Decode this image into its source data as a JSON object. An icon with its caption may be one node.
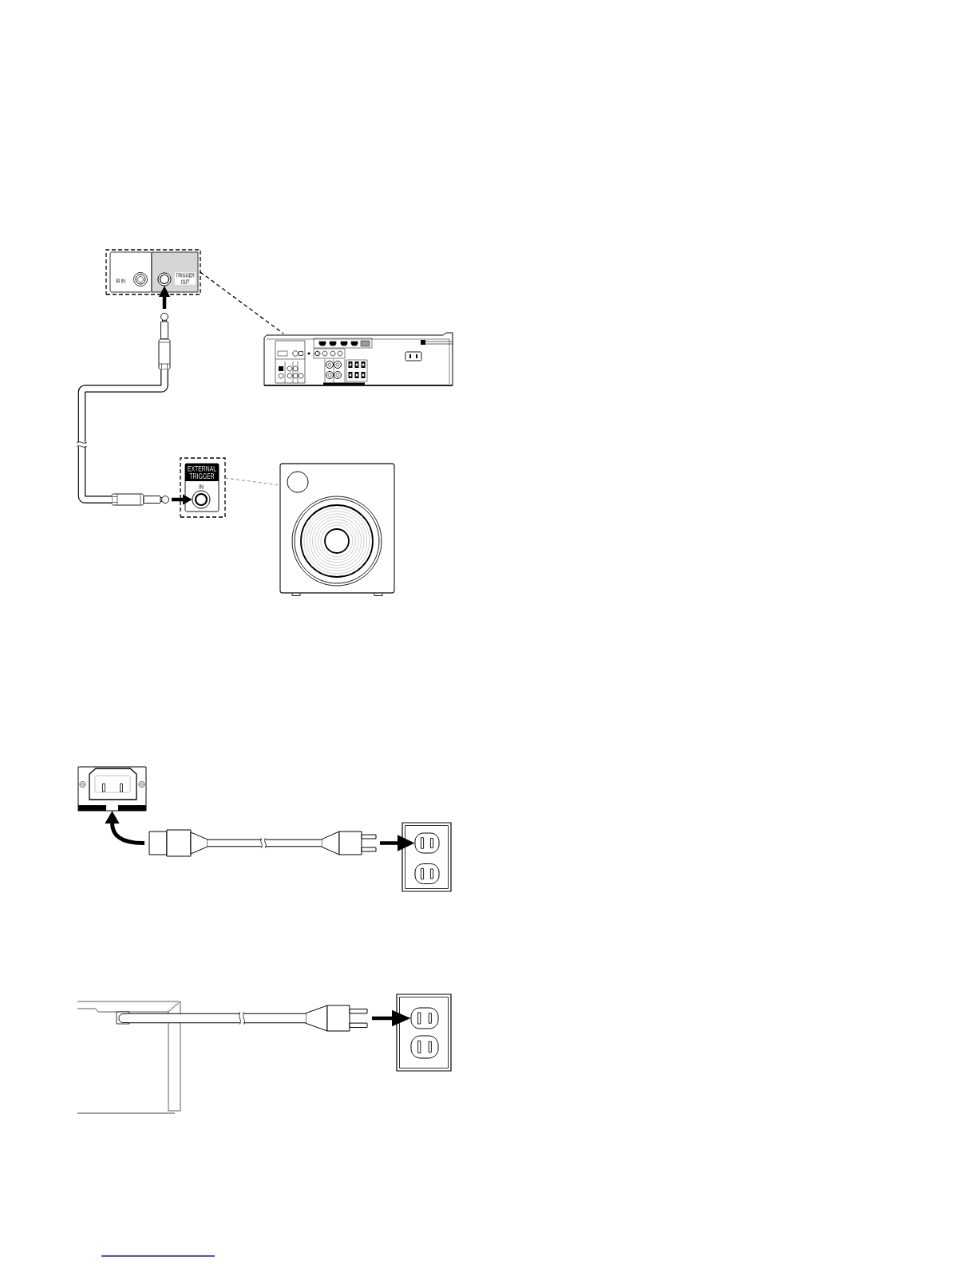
{
  "diagram": {
    "nodes": [
      {
        "text": [
          "IR IN",
          "TRIGGER OUT"
        ]
      },
      {
        "text": [],
        "shape": "circle",
        "in": 0
      },
      {
        "text": [],
        "shape": "circle",
        "in": 0
      },
      {
        "text": [],
        "shape": "picture"
      },
      {
        "text": [],
        "shape": "picture"
      },
      {
        "text": [],
        "shape": "picture"
      },
      {
        "text": [
          "EXTERNAL TRIGGER",
          "IN"
        ]
      },
      {
        "text": [],
        "shape": "circle",
        "in": 6
      },
      {
        "text": [],
        "shape": "picture"
      },
      {
        "text": [],
        "shape": "picture"
      },
      {
        "text": [],
        "shape": "picture"
      },
      {
        "text": [],
        "shape": "picture"
      },
      {
        "text": [],
        "shape": "picture"
      },
      {
        "text": [],
        "shape": "picture",
        "in": 12
      },
      {
        "text": [],
        "shape": "picture",
        "in": 12
      },
      {
        "text": [],
        "shape": "picture"
      },
      {
        "text": [],
        "shape": "picture"
      },
      {
        "text": [],
        "shape": "picture"
      },
      {
        "text": [],
        "shape": "picture",
        "in": 17
      },
      {
        "text": [],
        "shape": "picture",
        "in": 17
      }
    ],
    "edges": [
      {
        "from": 4,
        "to": 2,
        "arrow": "to"
      },
      {
        "from": 0,
        "to": 3,
        "arrow": "none",
        "style": "dashed"
      },
      {
        "from": 4,
        "to": 5,
        "arrow": "none",
        "style": "thick"
      },
      {
        "from": 5,
        "to": 7,
        "arrow": "to"
      },
      {
        "from": 6,
        "to": 8,
        "arrow": "none",
        "style": "dashed",
        "color": "#808080"
      },
      {
        "from": 10,
        "to": 9,
        "arrow": "to"
      },
      {
        "from": 10,
        "to": 11,
        "arrow": "none",
        "style": "thick"
      },
      {
        "from": 11,
        "to": 13,
        "arrow": "to"
      },
      {
        "from": 15,
        "to": 16,
        "arrow": "none",
        "style": "thick"
      },
      {
        "from": 16,
        "to": 18,
        "arrow": "to"
      }
    ]
  }
}
